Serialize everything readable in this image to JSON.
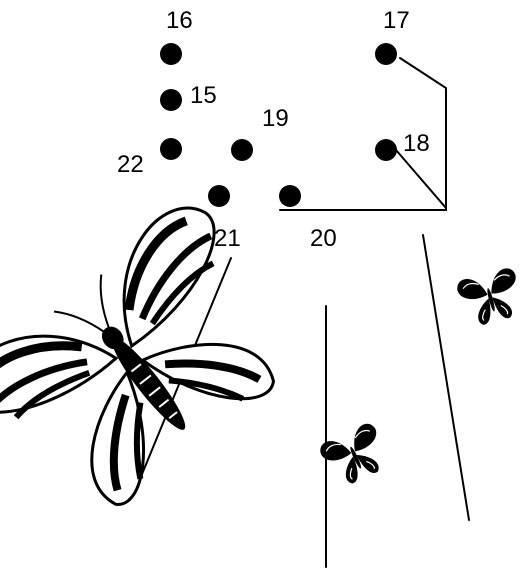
{
  "puzzle": {
    "ink_color": "#000000",
    "background_color": "#ffffff",
    "dots": [
      {
        "label": "15"
      },
      {
        "label": "16"
      },
      {
        "label": "17"
      },
      {
        "label": "18"
      },
      {
        "label": "19"
      },
      {
        "label": "20"
      },
      {
        "label": "21"
      },
      {
        "label": "22"
      }
    ],
    "decorations": [
      {
        "icon": "large-butterfly-icon"
      },
      {
        "icon": "small-butterfly-icon"
      },
      {
        "icon": "small-butterfly-icon"
      }
    ]
  }
}
